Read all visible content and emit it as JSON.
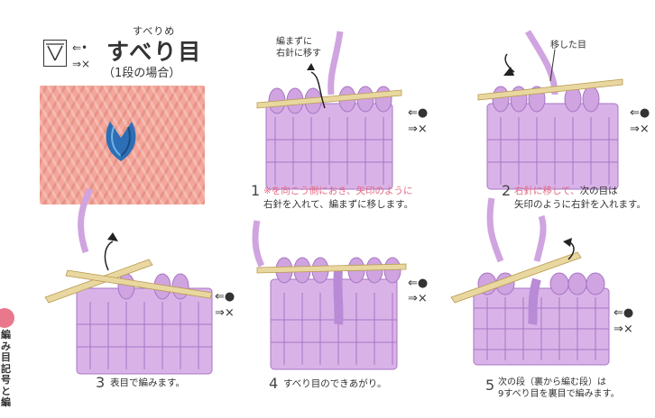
{
  "header": {
    "ruby": "すべりめ",
    "title": "すべり目",
    "subtitle": "（1段の場合）",
    "symbol_rows": [
      "⇐•",
      "⇒×"
    ]
  },
  "colors": {
    "yarn": "#cfa4e0",
    "yarn_dark": "#a875c4",
    "needle": "#e9d7a0",
    "accent": "#e46a85",
    "photo_bg": "#f4a69a",
    "slipped": "#2c6fb6"
  },
  "steps": [
    {
      "num": "1",
      "note": "編まずに\n右針に移す",
      "caption_mark": "※",
      "caption_pink": "※を向こう側におき、矢印のように",
      "caption_rest": "右針を入れて、編まずに移します。"
    },
    {
      "num": "2",
      "note": "移した目",
      "caption_pink": "右針に移して、",
      "caption_rest1": "次の目は",
      "caption_rest2": "矢印のように右針を入れます。"
    },
    {
      "num": "3",
      "caption": "表目で編みます。"
    },
    {
      "num": "4",
      "caption": "すべり目のできあがり。"
    },
    {
      "num": "5",
      "caption": "次の段（裏から編む段）は\n9すべり目を裏目で編みます。"
    }
  ],
  "marks": {
    "dot": "⇐●",
    "cross": "⇒×"
  },
  "side": {
    "text": "編み目記号と編"
  }
}
